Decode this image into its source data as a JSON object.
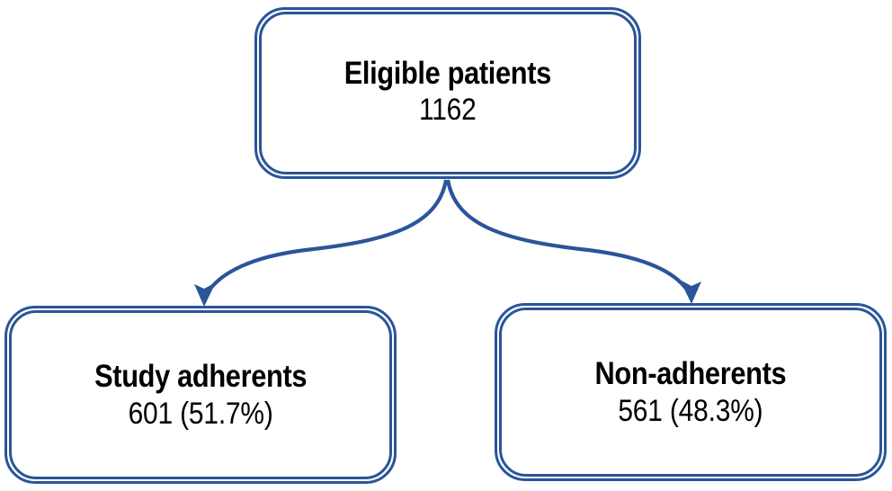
{
  "diagram": {
    "type": "flowchart",
    "orientation": "top-down-split",
    "accent_color": "#2a5599",
    "text_color": "#000000",
    "background_color": "#ffffff",
    "nodes": [
      {
        "id": "root",
        "title": "Eligible patients",
        "value": "1162",
        "count": 1162,
        "role": "parent"
      },
      {
        "id": "left",
        "title": "Study adherents",
        "value": "601 (51.7%)",
        "count": 601,
        "percent": "51.7%",
        "role": "child"
      },
      {
        "id": "right",
        "title": "Non-adherents",
        "value": "561 (48.3%)",
        "count": 561,
        "percent": "48.3%",
        "role": "child"
      }
    ],
    "edges": [
      {
        "id": "edge-root-left",
        "from": "root",
        "to": "left",
        "style": "curved-arrow"
      },
      {
        "id": "edge-root-right",
        "from": "root",
        "to": "right",
        "style": "curved-arrow"
      }
    ]
  }
}
